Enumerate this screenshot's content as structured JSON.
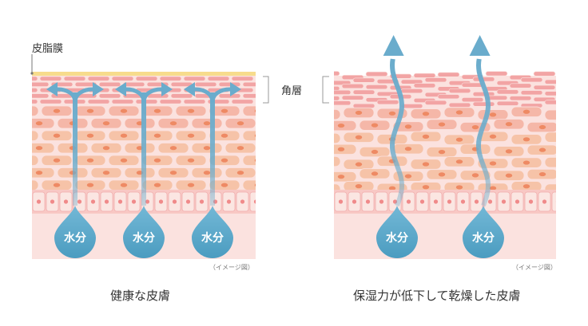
{
  "labels": {
    "sebum": "皮脂膜",
    "stratum": "角層"
  },
  "panels": [
    {
      "caption": "健康な皮膚",
      "note": "（イメージ図）",
      "drops": [
        "水分",
        "水分",
        "水分"
      ]
    },
    {
      "caption": "保湿力が低下して乾燥した皮膚",
      "note": "（イメージ図）",
      "drops": [
        "水分",
        "水分"
      ]
    }
  ],
  "colors": {
    "sebum": "#f7dc8c",
    "corneum": "#f2a4a4",
    "living": "#f6c0a8",
    "basal": "#f8c8c4",
    "dermis": "#fbe2df",
    "nucleus": "#ee8a64",
    "water": "#5aa8c8",
    "arrow": "#6aaccc"
  }
}
